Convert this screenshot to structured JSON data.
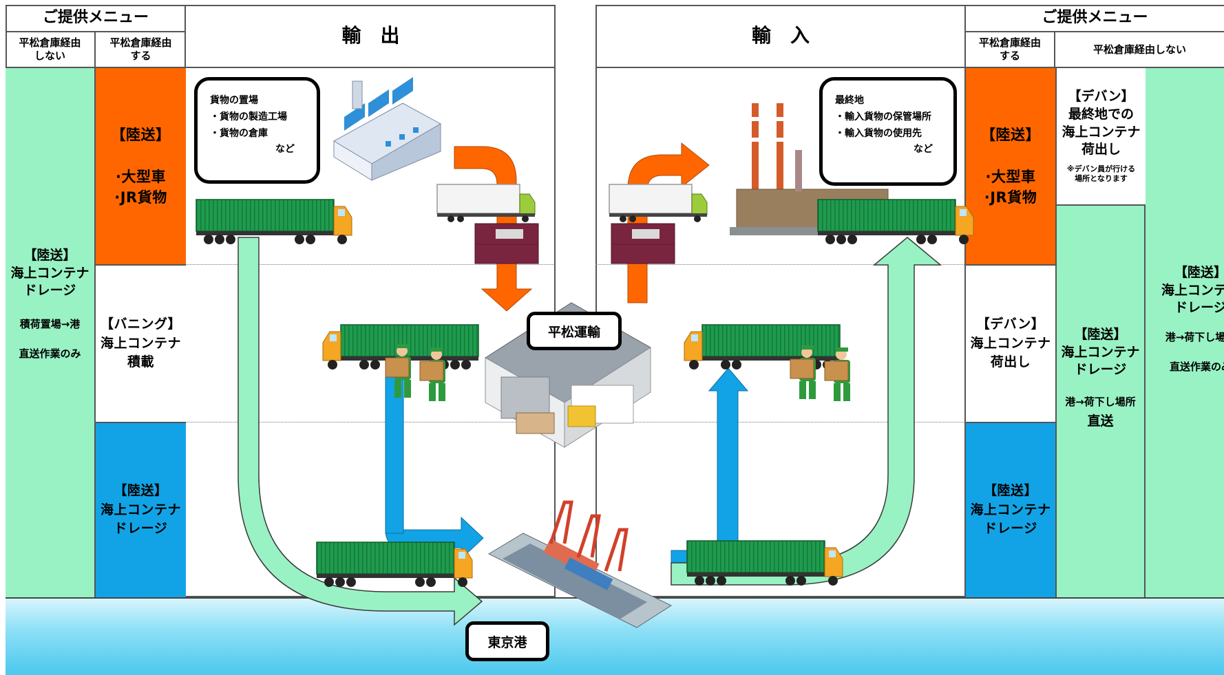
{
  "left_panel": {
    "menu_title": "ご提供メニュー",
    "col_no_label": "平松倉庫経由\nしない",
    "col_yes_label": "平松倉庫経由\nする",
    "no_via_title": "【陸送】\n海上コンテナ\nドレージ",
    "no_via_route": "積荷置場→港",
    "no_via_note": "直送作業のみ",
    "row1": "【陸送】\n\n·大型車\n·JR貨物",
    "row2": "【バニング】\n海上コンテナ\n積載",
    "row3": "【陸送】\n海上コンテナ\nドレージ"
  },
  "export": {
    "title": "輸　出",
    "bubble_title": "貨物の置場",
    "bubble_items": [
      "・貨物の製造工場",
      "・貨物の倉庫"
    ],
    "bubble_etc": "など"
  },
  "import": {
    "title": "輸　入",
    "bubble_title": "最終地",
    "bubble_items": [
      "・輸入貨物の保管場所",
      "・輸入貨物の使用先"
    ],
    "bubble_etc": "など"
  },
  "center": {
    "warehouse_label": "平松運輸",
    "port_label": "東京港"
  },
  "right_panel": {
    "menu_title": "ご提供メニュー",
    "col_yes_label": "平松倉庫経由\nする",
    "col_no_label": "平松倉庫経由しない",
    "row1": "【陸送】\n\n·大型車\n·JR貨物",
    "row2": "【デバン】\n海上コンテナ\n荷出し",
    "row3": "【陸送】\n海上コンテナ\nドレージ",
    "devan_title": "【デバン】\n最終地での\n海上コンテナ\n荷出し",
    "devan_note": "※デバン員が行ける\n場所となります",
    "direct_title": "【陸送】\n海上コンテナ\nドレージ",
    "direct_route": "港→荷下し場所",
    "direct_label": "直送",
    "far_title": "【陸送】\n海上コンテナ\nドレージ",
    "far_route": "港→荷下し場所",
    "far_note": "直送作業のみ"
  },
  "colors": {
    "mint": "#99f2c4",
    "orange": "#ff6600",
    "blue": "#12a3e6",
    "container_green": "#1f9b4e",
    "sea": "#6fd3ef"
  }
}
